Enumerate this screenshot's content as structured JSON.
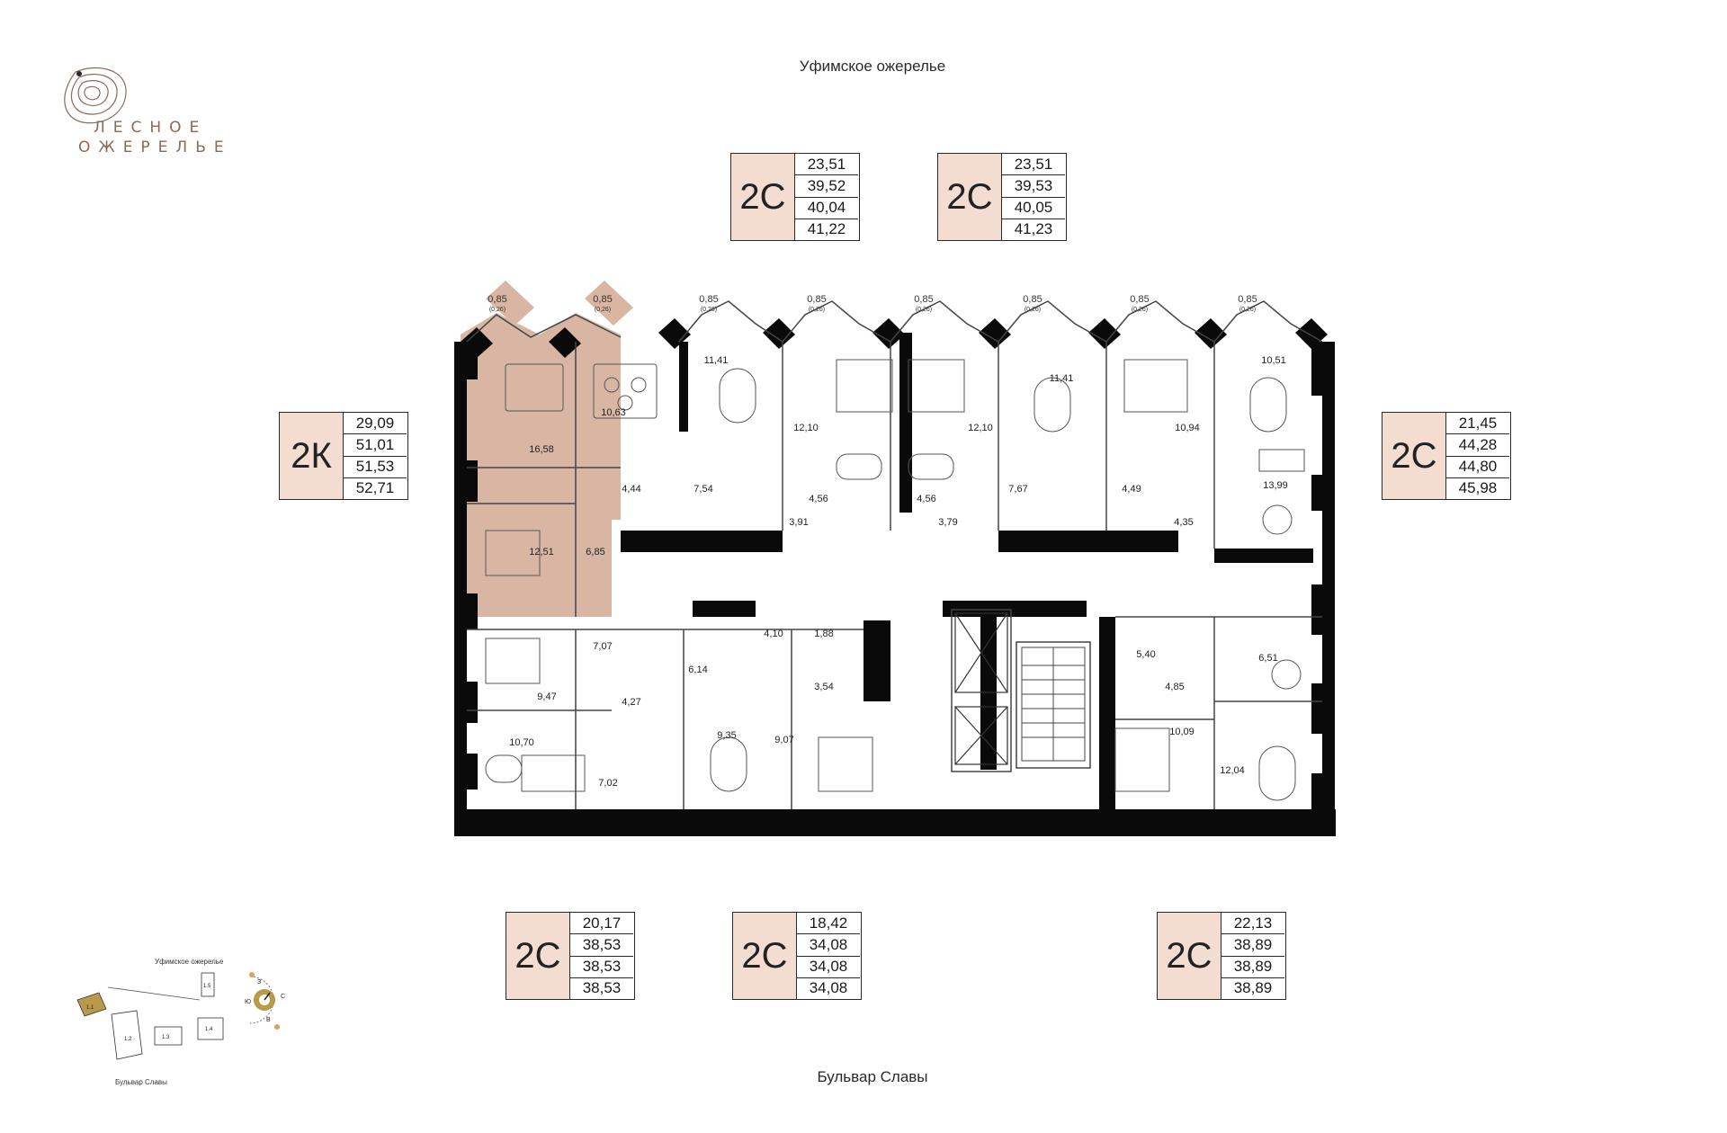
{
  "brand": {
    "line1": "ЛЕСНОЕ",
    "line2": "ОЖЕРЕЛЬЕ",
    "accent_color": "#8a6a58"
  },
  "streets": {
    "top": "Уфимское ожерелье",
    "bottom": "Бульвар Славы"
  },
  "unit_cards": [
    {
      "id": "top-left",
      "type": "2С",
      "areas": [
        "23,51",
        "39,52",
        "40,04",
        "41,22"
      ]
    },
    {
      "id": "top-right",
      "type": "2С",
      "areas": [
        "23,51",
        "39,53",
        "40,05",
        "41,23"
      ]
    },
    {
      "id": "left",
      "type": "2К",
      "areas": [
        "29,09",
        "51,01",
        "51,53",
        "52,71"
      ]
    },
    {
      "id": "right",
      "type": "2С",
      "areas": [
        "21,45",
        "44,28",
        "44,80",
        "45,98"
      ]
    },
    {
      "id": "bottom-left",
      "type": "2С",
      "areas": [
        "20,17",
        "38,53",
        "38,53",
        "38,53"
      ]
    },
    {
      "id": "bottom-mid",
      "type": "2С",
      "areas": [
        "18,42",
        "34,08",
        "34,08",
        "34,08"
      ]
    },
    {
      "id": "bottom-right",
      "type": "2С",
      "areas": [
        "22,13",
        "38,89",
        "38,89",
        "38,89"
      ]
    }
  ],
  "balconies": {
    "area": "0,85",
    "reduced": "(0,26)",
    "count": 8
  },
  "room_labels": [
    "16,58",
    "10,63",
    "4,44",
    "12,51",
    "6,85",
    "11,41",
    "7,54",
    "3,91",
    "12,10",
    "4,56",
    "4,56",
    "12,10",
    "3,79",
    "11,41",
    "7,67",
    "10,94",
    "4,49",
    "4,35",
    "10,51",
    "13,99",
    "7,07",
    "9,47",
    "4,27",
    "10,70",
    "7,02",
    "6,14",
    "4,10",
    "1,88",
    "3,54",
    "9,35",
    "9,07",
    "5,40",
    "4,85",
    "6,51",
    "10,09",
    "12,04"
  ],
  "minimap": {
    "street_top": "Уфимское ожерелье",
    "street_bottom": "Бульвар Славы",
    "sections": [
      "1.1",
      "1.2",
      "1.3",
      "1.4",
      "1.5"
    ],
    "highlight_section": "1.1",
    "compass": [
      "З",
      "Ю",
      "С",
      "В"
    ],
    "highlight_color": "#b89a4a"
  },
  "colors": {
    "highlight_apartment": "#d9b6a3",
    "card_type_bg": "#f3ddd0",
    "walls": "#0a0a0a"
  }
}
